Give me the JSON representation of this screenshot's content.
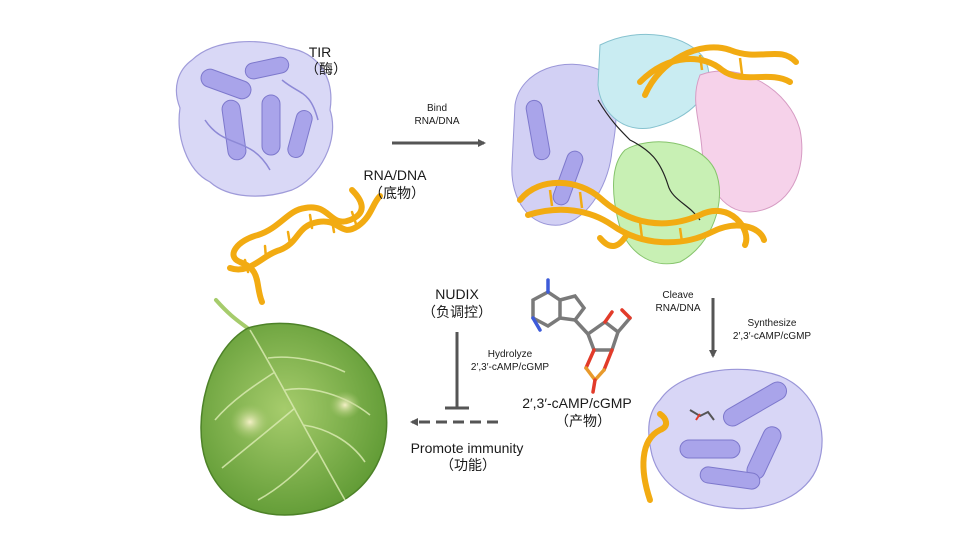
{
  "enzyme": {
    "name": "TIR",
    "role": "（酶）"
  },
  "substrate": {
    "name": "RNA/DNA",
    "role": "（底物）"
  },
  "steps": {
    "bind": [
      "Bind",
      "RNA/DNA"
    ],
    "cleave": [
      "Cleave",
      "RNA/DNA"
    ],
    "synthesize": [
      "Synthesize",
      "2′,3′-cAMP/cGMP"
    ],
    "hydrolyze": [
      "Hydrolyze",
      "2′,3′-cAMP/cGMP"
    ]
  },
  "regulator": {
    "name": "NUDIX",
    "role": "（负调控）"
  },
  "product": {
    "name": "2′,3′-cAMP/cGMP",
    "role": "（产物）"
  },
  "outcome": {
    "name": "Promote immunity",
    "role": "（功能）"
  },
  "colors": {
    "tir_protein": "#b9b6ee",
    "nucleic_acid": "#f2ab12",
    "leaf": "#7fb24a",
    "subunit_cyan": "#c9ecf2",
    "subunit_green": "#c8f0b4",
    "subunit_pink": "#f6d2ea",
    "arrow": "#555555"
  }
}
